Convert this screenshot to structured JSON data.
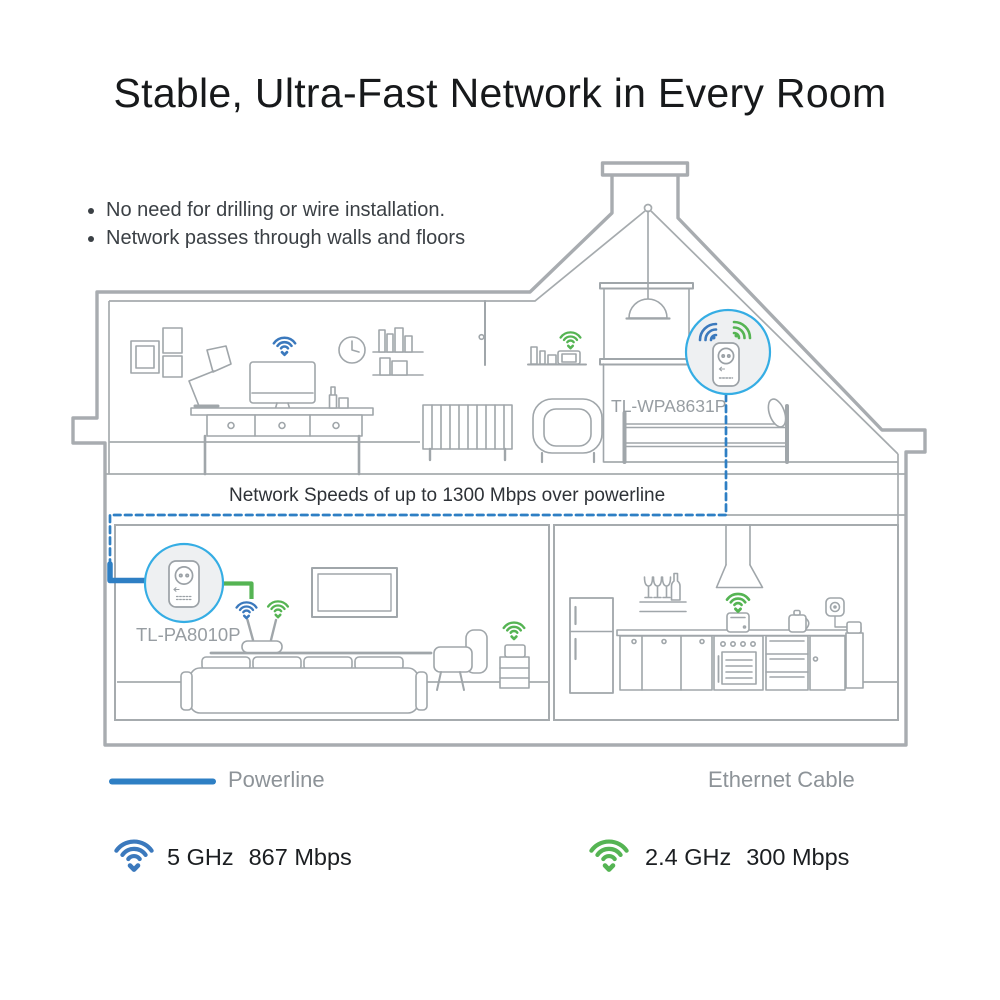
{
  "title": "Stable, Ultra-Fast Network in Every Room",
  "bullets": [
    "No need for drilling or wire installation.",
    "Network passes through walls and floors"
  ],
  "diagram": {
    "caption": "Network Speeds of up to 1300 Mbps over powerline",
    "upper_device_label": "TL-WPA8631P",
    "lower_device_label": "TL-PA8010P"
  },
  "legend": {
    "powerline_label": "Powerline",
    "ethernet_label": "Ethernet Cable",
    "wifi_5g": {
      "band": "5 GHz",
      "speed": "867 Mbps"
    },
    "wifi_24g": {
      "band": "2.4 GHz",
      "speed": "300 Mbps"
    }
  },
  "colors": {
    "powerline": "#2e7fc4",
    "ethernet_start": "#36a23c",
    "ethernet_end": "#c9e05a",
    "wifi_blue": "#3b79bd",
    "wifi_green": "#55b453",
    "device_ring": "#35ade4"
  }
}
